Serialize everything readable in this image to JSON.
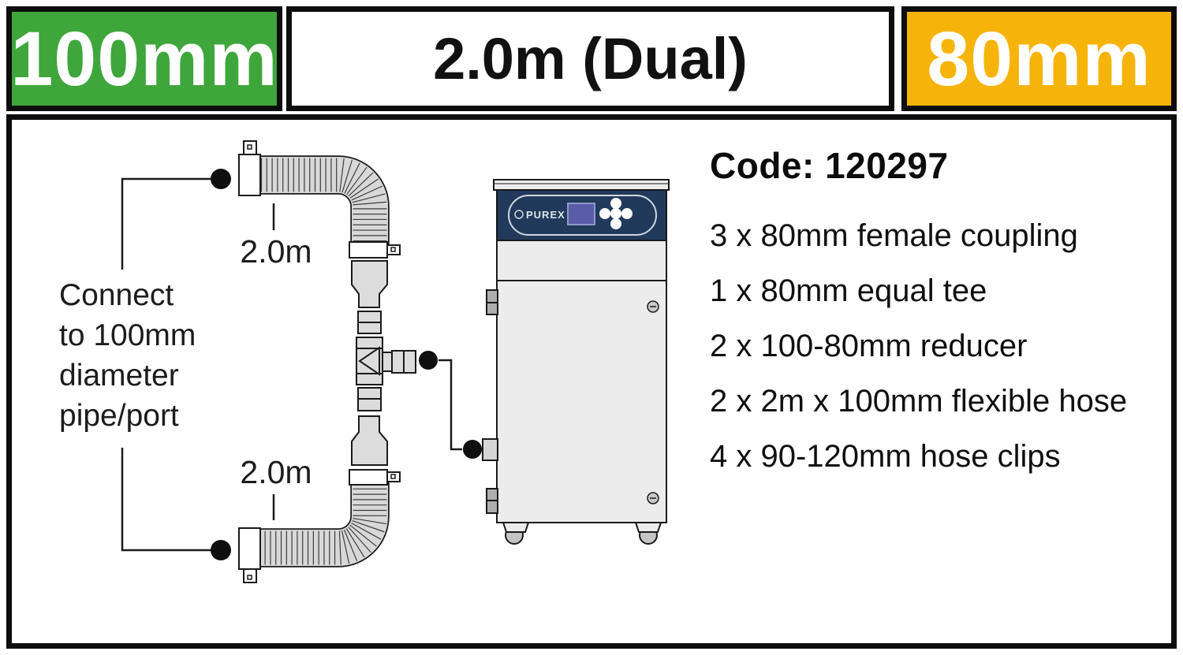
{
  "header": {
    "left_badge": "100mm",
    "title": "2.0m (Dual)",
    "right_badge": "80mm"
  },
  "diagram": {
    "connect_note": "Connect\nto 100mm\ndiameter\npipe/port",
    "hose_length_top": "2.0m",
    "hose_length_bottom": "2.0m",
    "device_brand": "PUREX"
  },
  "parts": {
    "code_label": "Code: 120297",
    "items": [
      "3 x 80mm female coupling",
      "1 x 80mm equal tee",
      "2 x 100-80mm reducer",
      "2 x 2m x 100mm flexible hose",
      "4 x 90-120mm hose clips"
    ]
  },
  "colors": {
    "badge_100mm": "#3FA63C",
    "badge_80mm": "#F6B40A",
    "panel_navy": "#21395A",
    "panel_screen": "#5A5CA8"
  }
}
